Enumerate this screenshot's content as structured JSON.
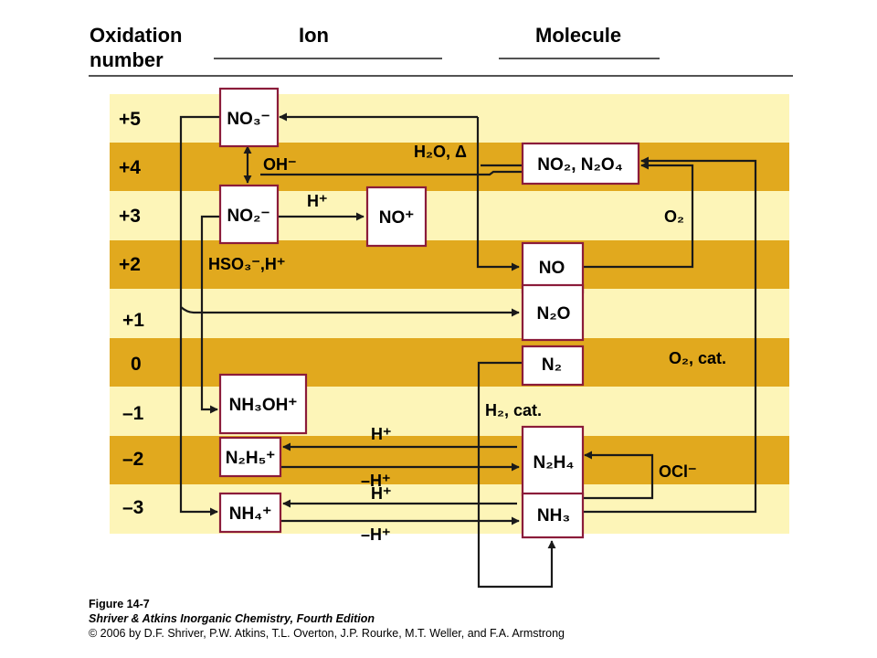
{
  "header": {
    "col1_line1": "Oxidation",
    "col1_line2": "number",
    "col2": "Ion",
    "col3": "Molecule"
  },
  "levels": [
    "+5",
    "+4",
    "+3",
    "+2",
    "+1",
    "0",
    "–1",
    "–2",
    "–3"
  ],
  "species": {
    "no3": "NO₃⁻",
    "no2m": "NO₂⁻",
    "nop": "NO⁺",
    "nh3oh": "NH₃OH⁺",
    "n2h5": "N₂H₅⁺",
    "nh4": "NH₄⁺",
    "no2n2o4": "NO₂, N₂O₄",
    "no": "NO",
    "n2o": "N₂O",
    "n2": "N₂",
    "n2h4": "N₂H₄",
    "nh3": "NH₃"
  },
  "reagents": {
    "oh": "OH⁻",
    "h2o_delta": "H₂O, Δ",
    "hplus_1": "H⁺",
    "o2": "O₂",
    "hso3": "HSO₃⁻,H⁺",
    "o2_cat": "O₂, cat.",
    "h2_cat": "H₂, cat.",
    "hplus_2": "H⁺",
    "minus_hplus_1": "–H⁺",
    "ocl": "OCl⁻",
    "hplus_3": "H⁺",
    "minus_hplus_2": "–H⁺"
  },
  "caption": {
    "figure": "Figure 14-7",
    "book": "Shriver & Atkins Inorganic Chemistry, Fourth Edition",
    "copyright": "© 2006 by D.F. Shriver, P.W. Atkins, T.L. Overton, J.P. Rourke, M.T. Weller, and F.A. Armstrong"
  },
  "colors": {
    "band_light": "#FDF5B8",
    "band_dark": "#E1A91E",
    "box_border": "#8B1C3A",
    "line": "#1a1a1a"
  }
}
